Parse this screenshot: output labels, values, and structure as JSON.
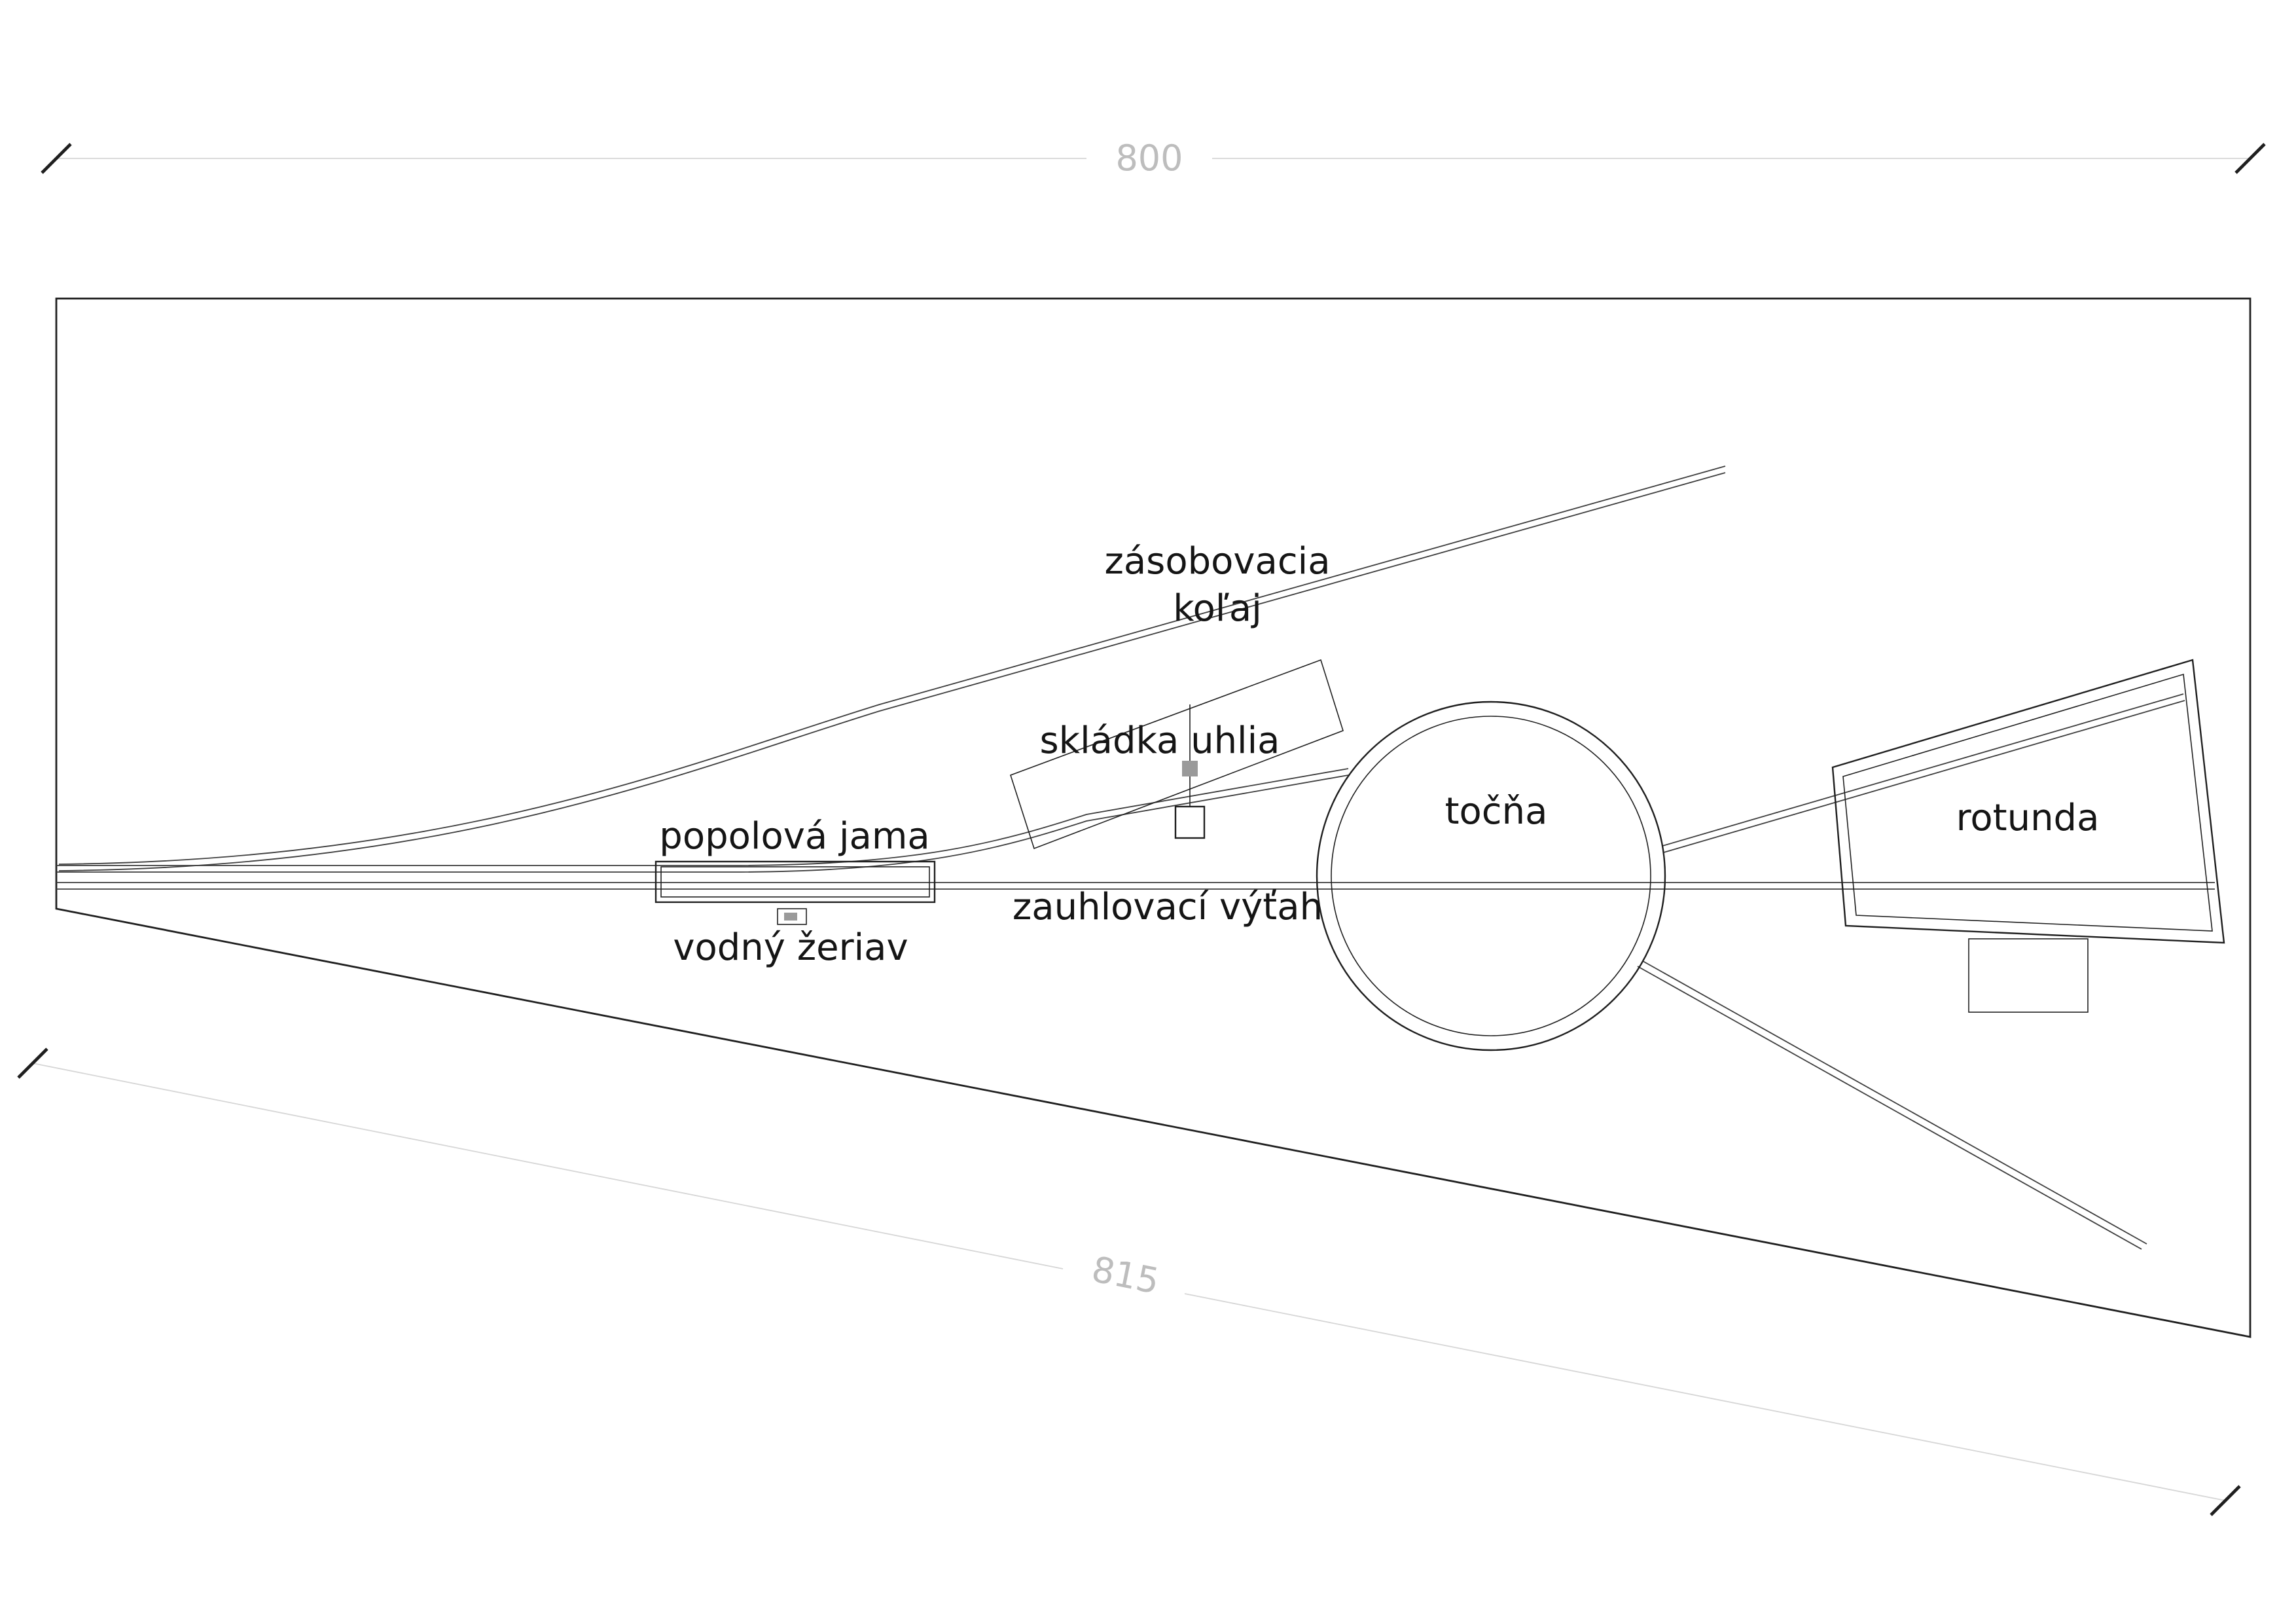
{
  "page": {
    "background": "#ffffff"
  },
  "colors": {
    "line": "#1f1f1f",
    "track": "#3d3d3d",
    "dim": "#d6d6d6",
    "dimtext": "#bdbdbd"
  },
  "dimensions": {
    "top_width": "800",
    "bottom_width": "815"
  },
  "labels": {
    "supply_track_1": "zásobovacia",
    "supply_track_2": "koľaj",
    "coal_dump": "skládka uhlia",
    "turntable": "točňa",
    "roundhouse": "rotunda",
    "ash_pit": "popolová jama",
    "coaling_elevator": "zauhlovací výťah",
    "water_crane": "vodný žeriav"
  }
}
